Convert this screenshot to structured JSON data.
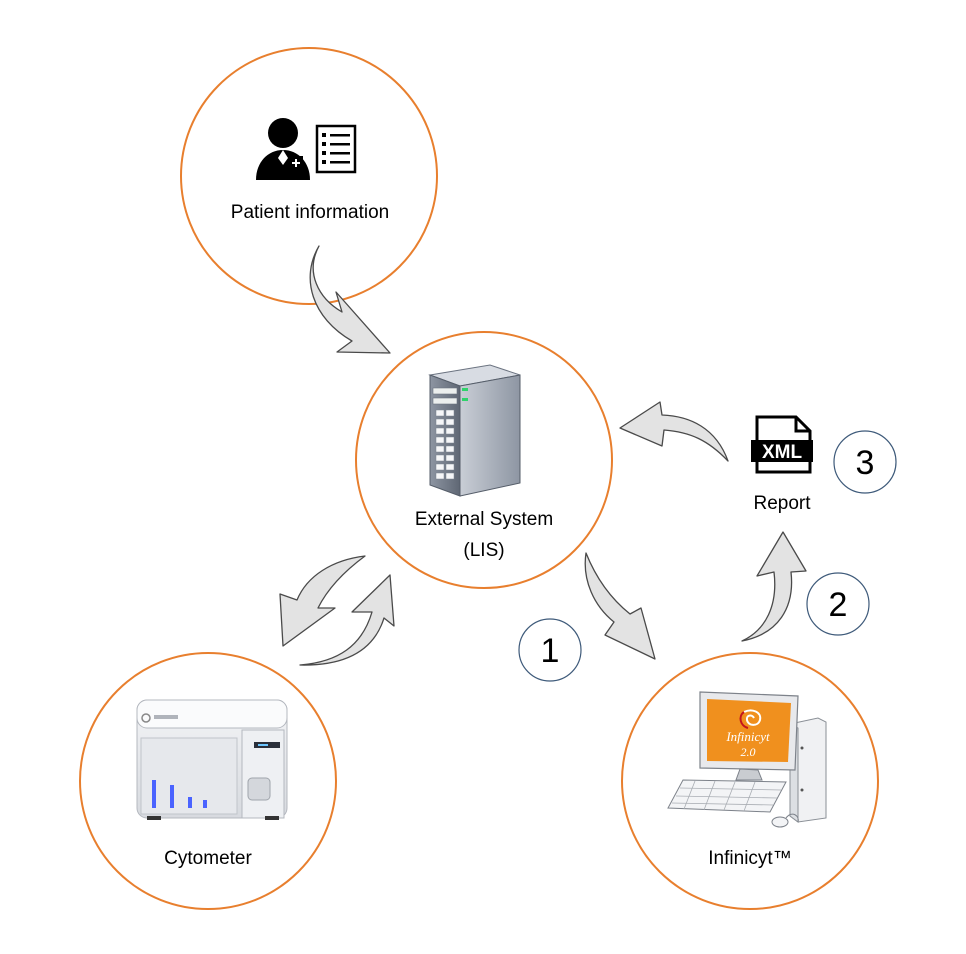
{
  "nodes": {
    "patient": {
      "label": "Patient information",
      "icon": "patient-record-icon"
    },
    "lis": {
      "label_line1": "External System",
      "label_line2": "(LIS)",
      "icon": "server-tower-icon"
    },
    "cytometer": {
      "label": "Cytometer",
      "icon": "flow-cytometer-icon"
    },
    "infinicyt": {
      "label": "Infinicyt™",
      "icon": "desktop-computer-icon",
      "screen_brand": "Infinicyt",
      "screen_version": "2.0"
    },
    "report": {
      "label": "Report",
      "icon": "xml-file-icon",
      "file_type": "XML"
    }
  },
  "steps": [
    {
      "number": "1"
    },
    {
      "number": "2"
    },
    {
      "number": "3"
    }
  ],
  "colors": {
    "circle_stroke": "#E87F2E",
    "arrow_fill": "#E3E3E3",
    "arrow_stroke": "#4A4A4A",
    "step_stroke": "#3E5A7A",
    "icon_dark": "#000000",
    "cytometer_accent": "#4A63FF",
    "infinicyt_orange": "#F0901E"
  }
}
